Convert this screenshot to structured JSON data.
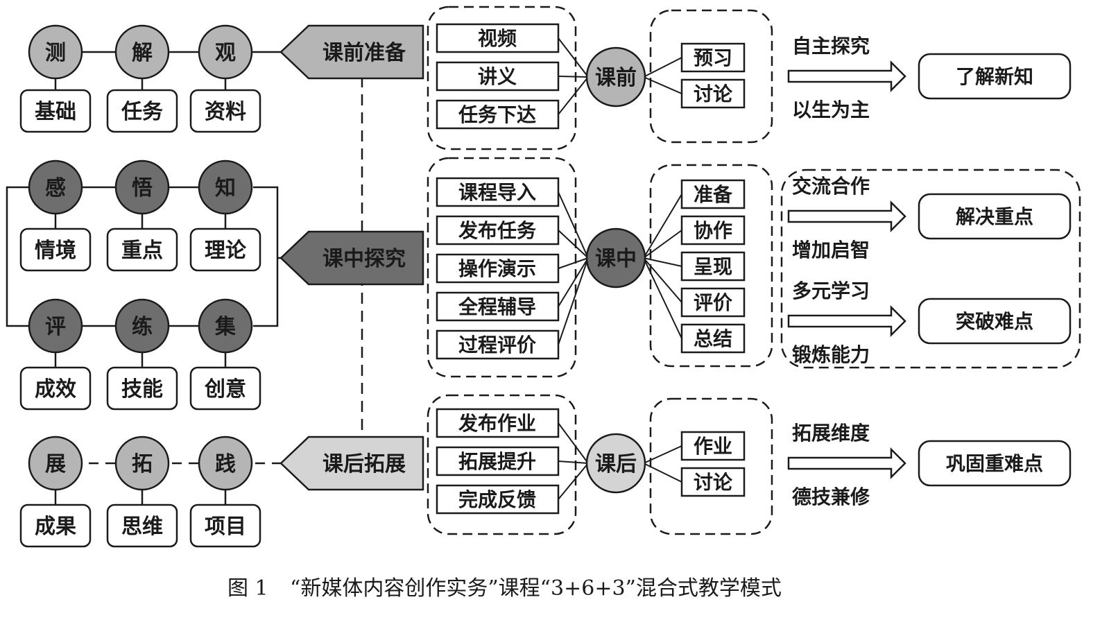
{
  "left_panel": {
    "rows": [
      {
        "style": "light",
        "nodes": [
          {
            "circle": "测",
            "box": "基础"
          },
          {
            "circle": "解",
            "box": "任务"
          },
          {
            "circle": "观",
            "box": "资料"
          }
        ]
      },
      {
        "style": "dark",
        "nodes": [
          {
            "circle": "感",
            "box": "情境"
          },
          {
            "circle": "悟",
            "box": "重点"
          },
          {
            "circle": "知",
            "box": "理论"
          }
        ]
      },
      {
        "style": "dark",
        "nodes": [
          {
            "circle": "评",
            "box": "成效"
          },
          {
            "circle": "练",
            "box": "技能"
          },
          {
            "circle": "集",
            "box": "创意"
          }
        ]
      },
      {
        "style": "light",
        "nodes": [
          {
            "circle": "展",
            "box": "成果"
          },
          {
            "circle": "拓",
            "box": "思维"
          },
          {
            "circle": "践",
            "box": "项目"
          }
        ]
      }
    ]
  },
  "phases": [
    {
      "banner": "课前准备",
      "style": "light",
      "items": [
        "视频",
        "讲义",
        "任务下达"
      ],
      "hub": "课前",
      "activities": [
        "预习",
        "讨论"
      ],
      "outcome": {
        "top_text": "自主探究",
        "bottom_text": "以生为主",
        "result": "了解新知"
      }
    },
    {
      "banner": "课中探究",
      "style": "dark",
      "items": [
        "课程导入",
        "发布任务",
        "操作演示",
        "全程辅导",
        "过程评价"
      ],
      "hub": "课中",
      "activities": [
        "准备",
        "协作",
        "呈现",
        "评价",
        "总结"
      ],
      "outcomes": [
        {
          "top_text": "交流合作",
          "bottom_text": "增加启智",
          "result": "解决重点"
        },
        {
          "top_text": "多元学习",
          "bottom_text": "锻炼能力",
          "result": "突破难点"
        }
      ]
    },
    {
      "banner": "课后拓展",
      "style": "lighter",
      "items": [
        "发布作业",
        "拓展提升",
        "完成反馈"
      ],
      "hub": "课后",
      "activities": [
        "作业",
        "讨论"
      ],
      "outcome": {
        "top_text": "拓展维度",
        "bottom_text": "德技兼修",
        "result": "巩固重难点"
      }
    }
  ],
  "caption": {
    "label": "图 1",
    "text": "“新媒体内容创作实务”课程“3+6+3”混合式教学模式"
  },
  "colors": {
    "light_fill": "#b5b5b5",
    "dark_fill": "#6e6e6e",
    "lighter_fill": "#d4d4d4",
    "stroke": "#1a1a1a"
  }
}
